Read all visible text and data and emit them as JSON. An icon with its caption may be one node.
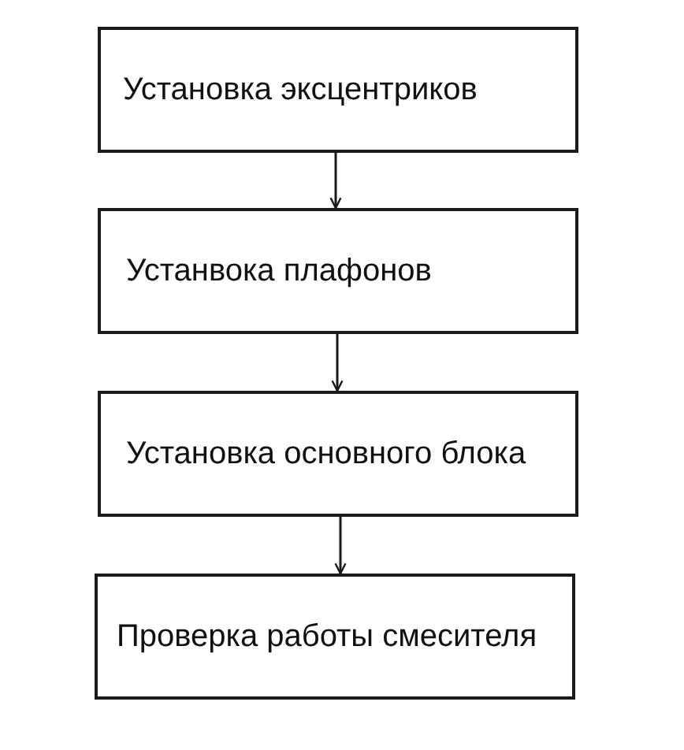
{
  "diagram": {
    "nodes": [
      {
        "text": [
          "Установка эксцентриков"
        ]
      },
      {
        "text": [
          "Устанвока плафонов"
        ]
      },
      {
        "text": [
          "Установка основного блока"
        ]
      },
      {
        "text": [
          "Проверка работы смесителя"
        ]
      }
    ],
    "edges": [
      {
        "from": 0,
        "to": 1,
        "arrow": "to"
      },
      {
        "from": 1,
        "to": 2,
        "arrow": "to"
      },
      {
        "from": 2,
        "to": 3,
        "arrow": "to"
      }
    ]
  }
}
